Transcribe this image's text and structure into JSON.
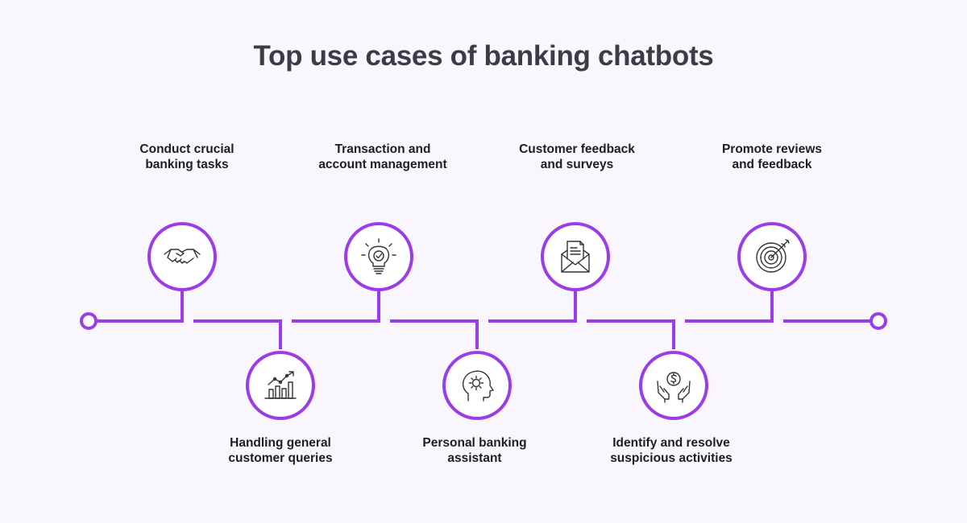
{
  "title": "Top use cases of banking chatbots",
  "colors": {
    "accent": "#9c3ce8",
    "background": "#f9f7fd",
    "text": "#1e1e1e"
  },
  "use_cases": [
    {
      "line1": "Conduct crucial",
      "line2": "banking tasks",
      "icon": "handshake-icon"
    },
    {
      "line1": "Handling general",
      "line2": "customer queries",
      "icon": "growth-chart-icon"
    },
    {
      "line1": "Transaction and",
      "line2": "account management",
      "icon": "lightbulb-check-icon"
    },
    {
      "line1": "Personal banking",
      "line2": "assistant",
      "icon": "head-gear-icon"
    },
    {
      "line1": "Customer feedback",
      "line2": "and surveys",
      "icon": "envelope-document-icon"
    },
    {
      "line1": "Identify and resolve",
      "line2": "suspicious activities",
      "icon": "hands-coin-icon"
    },
    {
      "line1": "Promote reviews",
      "line2": "and feedback",
      "icon": "target-icon"
    }
  ]
}
